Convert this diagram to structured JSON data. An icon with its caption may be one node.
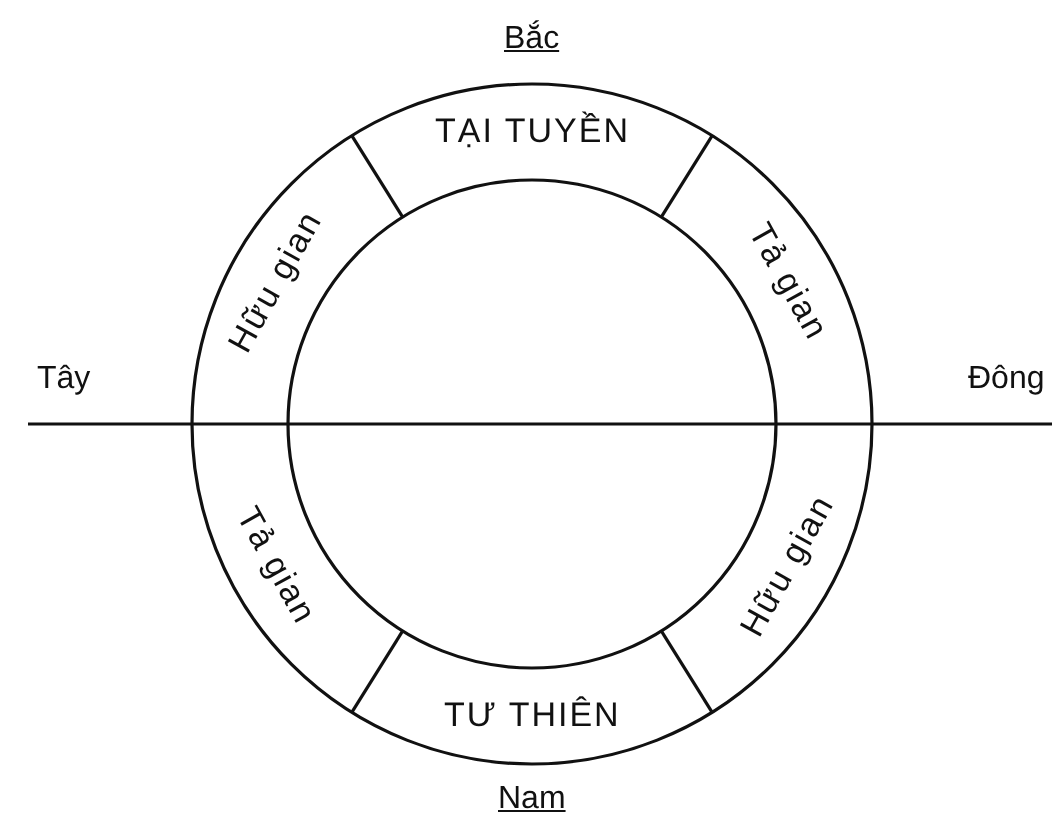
{
  "diagram": {
    "nodes": [
      {
        "text": [
          "TẠI TUYỀN"
        ]
      },
      {
        "text": [
          "Hữu gian"
        ]
      },
      {
        "text": [
          "Tả gian"
        ]
      },
      {
        "text": [
          "Tả gian"
        ]
      },
      {
        "text": [
          "Hữu gian"
        ]
      },
      {
        "text": [
          "TƯ THIÊN"
        ]
      }
    ],
    "labels": [
      "Bắc",
      "Tây",
      "Đông",
      "Nam"
    ]
  }
}
